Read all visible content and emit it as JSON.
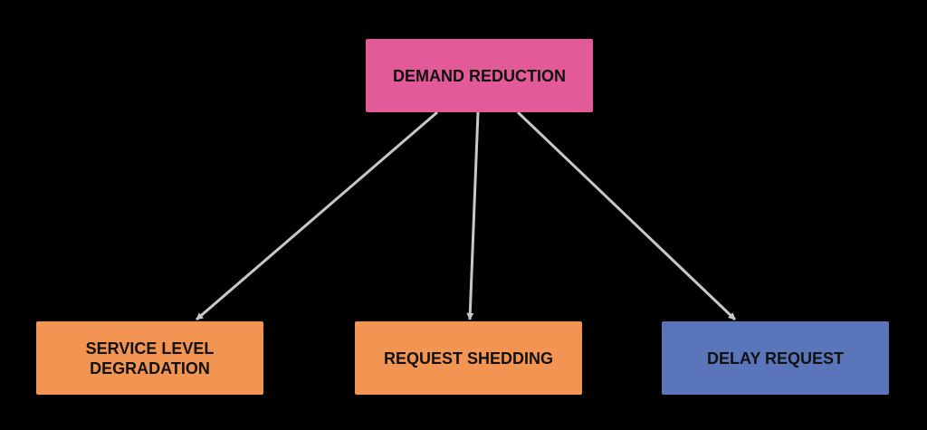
{
  "colors": {
    "background": "#000000",
    "edge": "#c8c8c8",
    "root": "#e35a98",
    "orange": "#f39552",
    "blue": "#5b75ba"
  },
  "nodes": {
    "root": {
      "label": "DEMAND REDUCTION",
      "color": "#e35a98"
    },
    "left": {
      "label": "SERVICE LEVEL\nDEGRADATION",
      "color": "#f39552"
    },
    "mid": {
      "label": "REQUEST SHEDDING",
      "color": "#f39552"
    },
    "right": {
      "label": "DELAY REQUEST",
      "color": "#5b75ba"
    }
  },
  "edges": [
    {
      "from": "root",
      "to": "left"
    },
    {
      "from": "root",
      "to": "mid"
    },
    {
      "from": "root",
      "to": "right"
    }
  ]
}
